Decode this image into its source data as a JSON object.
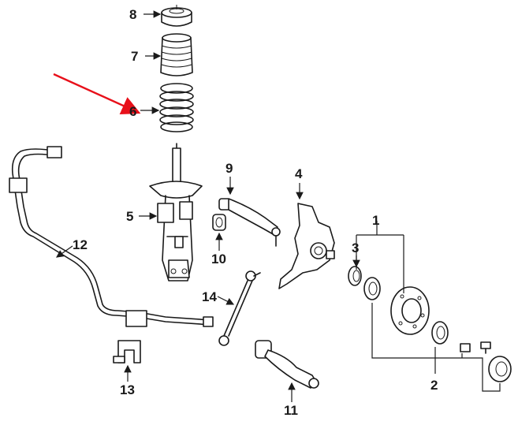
{
  "diagram": {
    "callouts": [
      {
        "id": "8",
        "label": "8"
      },
      {
        "id": "7",
        "label": "7"
      },
      {
        "id": "6",
        "label": "6"
      },
      {
        "id": "5",
        "label": "5"
      },
      {
        "id": "9",
        "label": "9"
      },
      {
        "id": "10",
        "label": "10"
      },
      {
        "id": "4",
        "label": "4"
      },
      {
        "id": "1",
        "label": "1"
      },
      {
        "id": "3",
        "label": "3"
      },
      {
        "id": "12",
        "label": "12"
      },
      {
        "id": "14",
        "label": "14"
      },
      {
        "id": "13",
        "label": "13"
      },
      {
        "id": "11",
        "label": "11"
      },
      {
        "id": "2",
        "label": "2"
      }
    ],
    "highlight_color": "#e8101a",
    "line_color": "#1a1a1a"
  }
}
